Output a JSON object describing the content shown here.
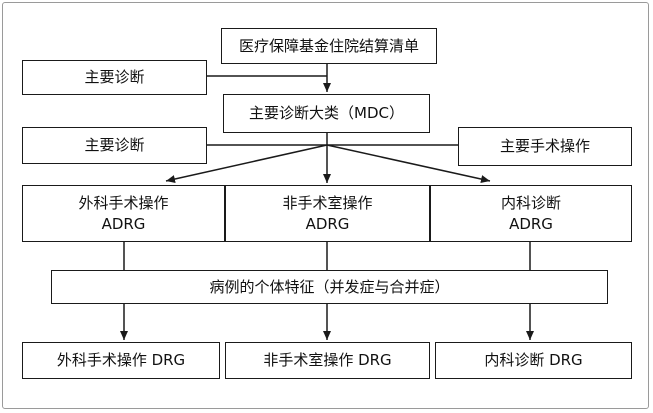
{
  "nodes": {
    "top": "医疗保障基金住院结算清单",
    "diag1": "主要诊断",
    "mdc": "主要诊断大类（MDC）",
    "diag2": "主要诊断",
    "surg_main": "主要手术操作",
    "adrg_surg": {
      "line1": "外科手术操作",
      "line2": "ADRG"
    },
    "adrg_nonsurg": {
      "line1": "非手术室操作",
      "line2": "ADRG"
    },
    "adrg_med": {
      "line1": "内科诊断",
      "line2": "ADRG"
    },
    "features": "病例的个体特征（并发症与合并症）",
    "drg_surg": "外科手术操作 DRG",
    "drg_nonsurg": "非手术室操作 DRG",
    "drg_med": "内科诊断 DRG"
  },
  "colors": {
    "stroke": "#1a1a1a",
    "frame": "#9a9a9a"
  }
}
